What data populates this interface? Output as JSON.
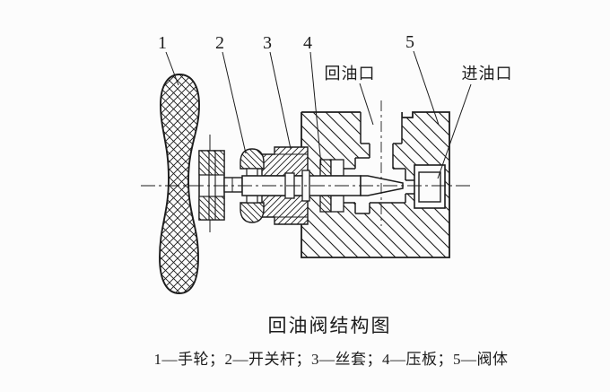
{
  "figure": {
    "title": "回油阀结构图",
    "caption": "1—手轮；2—开关杆；3—丝套；4—压板；5—阀体",
    "callouts": [
      {
        "num": "1",
        "part": "手轮"
      },
      {
        "num": "2",
        "part": "开关杆"
      },
      {
        "num": "3",
        "part": "丝套"
      },
      {
        "num": "4",
        "part": "压板"
      },
      {
        "num": "5",
        "part": "阀体"
      }
    ],
    "port_labels": {
      "return_port": "回油口",
      "inlet_port": "进油口"
    }
  },
  "colors": {
    "line": "#1c1c1c",
    "background": "#fcfcfc"
  }
}
